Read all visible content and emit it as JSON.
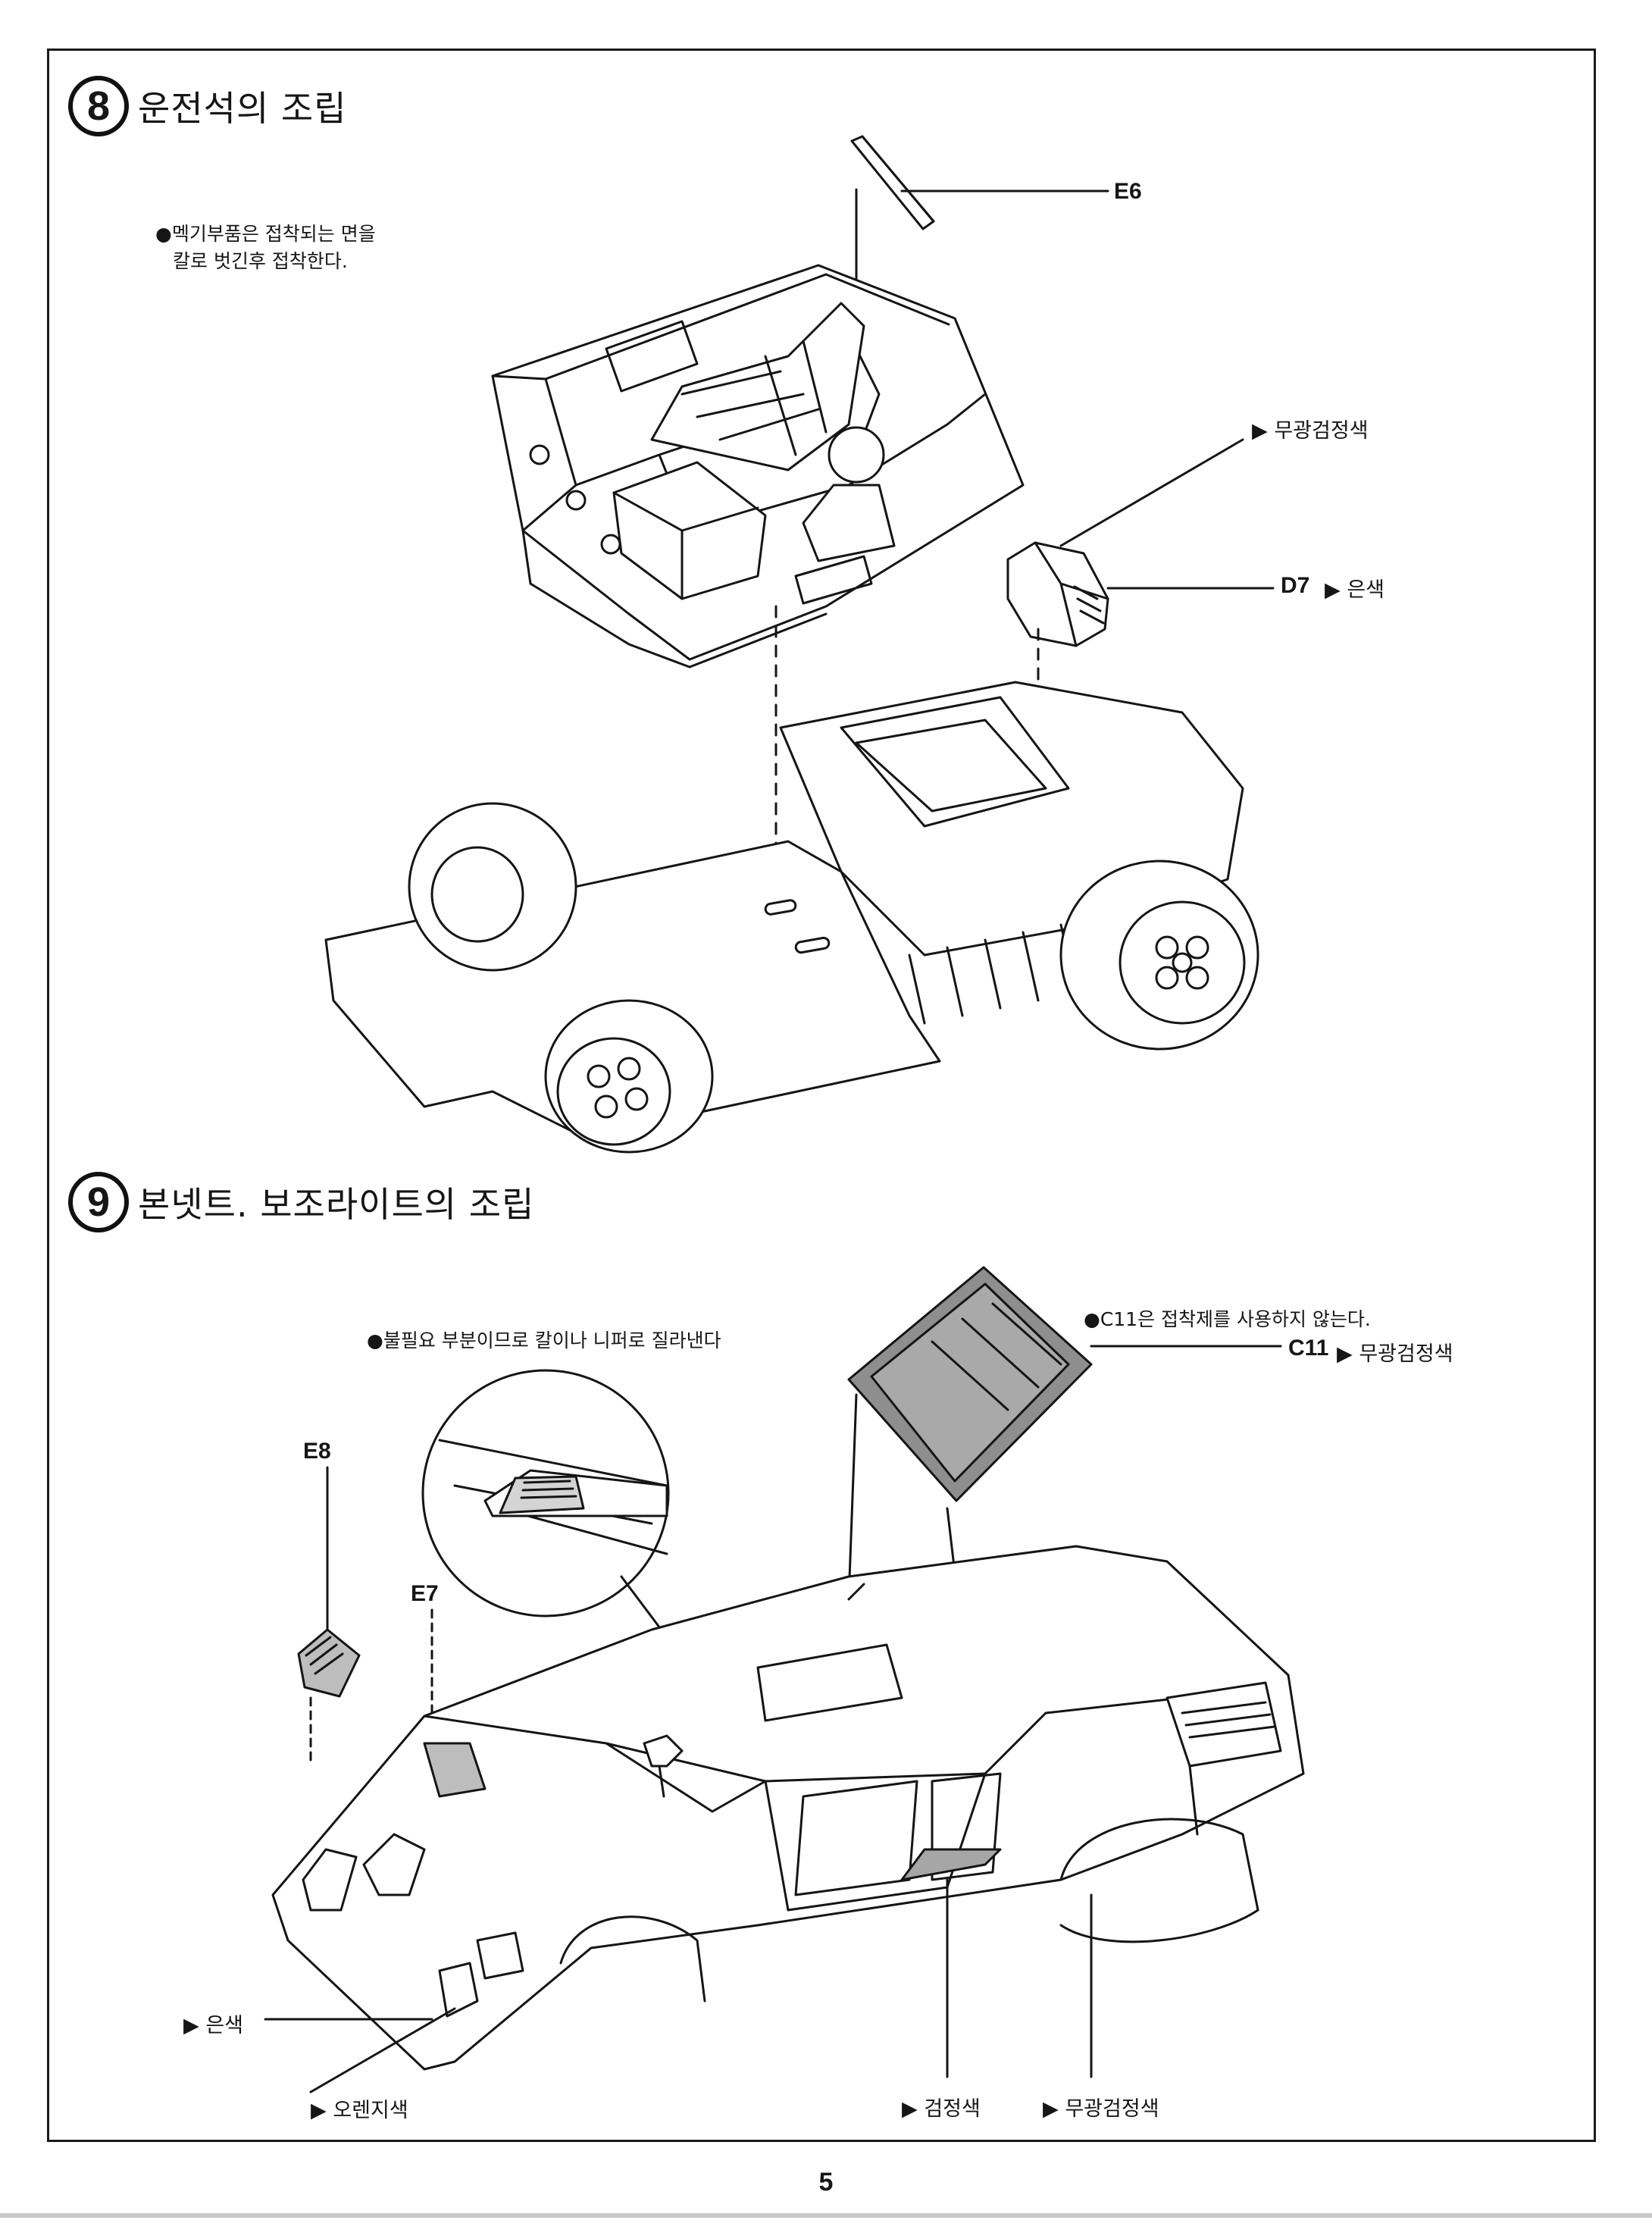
{
  "step8": {
    "number": "8",
    "title": "운전석의 조립",
    "note_line1": "●멕기부품은 접착되는 면을",
    "note_line2": "칼로 벗긴후 접착한다.",
    "labels": {
      "e6": "E6",
      "mat_black": "▶ 무광검정색",
      "d7": "D7",
      "silver": "▶ 은색"
    }
  },
  "step9": {
    "number": "9",
    "title": "본넷트. 보조라이트의 조립",
    "note_cut": "●불필요 부분이므로 칼이나 니퍼로 질라낸다",
    "note_c11": "●C11은 접착제를 사용하지 않는다.",
    "labels": {
      "c11": "C11",
      "c11_color": "▶ 무광검정색",
      "e8": "E8",
      "e7": "E7",
      "silver": "▶ 은색",
      "orange": "▶ 오렌지색",
      "black": "▶ 검정색",
      "mat_black": "▶ 무광검정색"
    }
  },
  "page_number": "5"
}
